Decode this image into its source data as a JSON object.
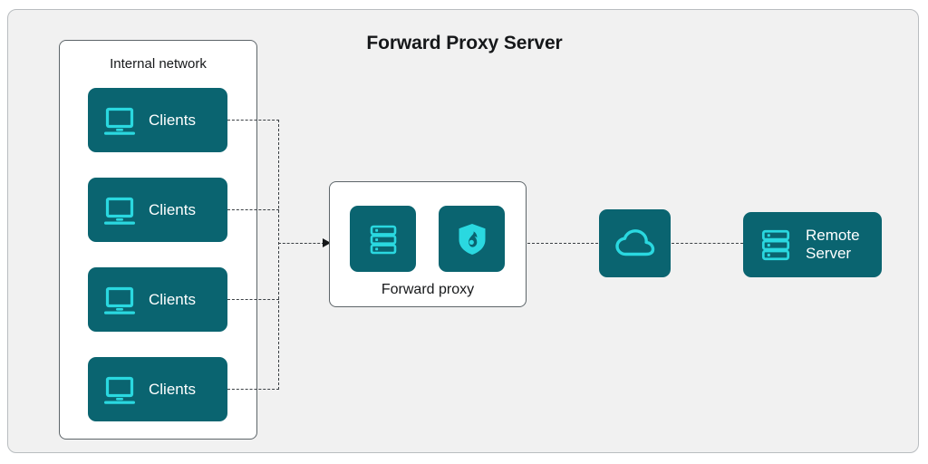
{
  "diagram": {
    "title": "Forward Proxy Server",
    "background_color": "#f1f1f1",
    "accent_box_color": "#0a6470",
    "accent_icon_color": "#2ad8e0",
    "border_color": "#5d6569",
    "connector_color": "#3b4044"
  },
  "internal_network": {
    "label": "Internal network",
    "clients": [
      {
        "label": "Clients",
        "icon": "laptop-icon"
      },
      {
        "label": "Clients",
        "icon": "laptop-icon"
      },
      {
        "label": "Clients",
        "icon": "laptop-icon"
      },
      {
        "label": "Clients",
        "icon": "laptop-icon"
      }
    ]
  },
  "forward_proxy": {
    "label": "Forward proxy",
    "icons": [
      {
        "name": "server-icon"
      },
      {
        "name": "shield-firewall-icon"
      }
    ]
  },
  "internet": {
    "icon": "cloud-icon"
  },
  "remote_server": {
    "line1": "Remote",
    "line2": "Server",
    "icon": "server-icon"
  },
  "connectors": {
    "client_to_bus": "dashed",
    "bus_to_proxy": "dashed-arrow",
    "proxy_to_cloud": "dashed",
    "cloud_to_remote": "dashed"
  }
}
